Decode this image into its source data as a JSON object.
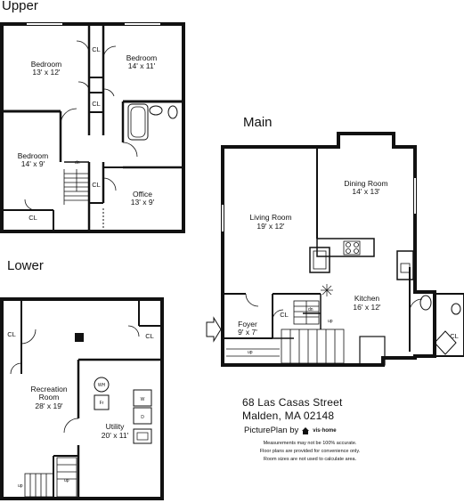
{
  "floors": {
    "upper": "Upper",
    "main": "Main",
    "lower": "Lower"
  },
  "rooms": {
    "upper_bedroom_1": {
      "name": "Bedroom",
      "size": "13' x 12'"
    },
    "upper_bedroom_2": {
      "name": "Bedroom",
      "size": "14' x 11'"
    },
    "upper_bedroom_3": {
      "name": "Bedroom",
      "size": "14' x 9'"
    },
    "upper_office": {
      "name": "Office",
      "size": "13' x 9'"
    },
    "main_dining": {
      "name": "Dining Room",
      "size": "14' x 13'"
    },
    "main_living": {
      "name": "Living Room",
      "size": "19' x 12'"
    },
    "main_kitchen": {
      "name": "Kitchen",
      "size": "16' x 12'"
    },
    "main_foyer": {
      "name": "Foyer",
      "size": "9' x 7'"
    },
    "lower_recreation": {
      "name_1": "Recreation",
      "name_2": "Room",
      "size": "28' x 19'"
    },
    "lower_utility": {
      "name": "Utility",
      "size": "20' x 11'"
    }
  },
  "labels": {
    "closet": "CL",
    "down": "dn",
    "up": "up",
    "water_heater": "WH",
    "furnace": "Fr",
    "washer": "W",
    "dryer": "D"
  },
  "address": {
    "street": "68 Las Casas Street",
    "city": "Malden, MA 02148"
  },
  "credit": {
    "text": "PicturePlan by",
    "brand": "vis·home"
  },
  "disclaimer": [
    "Measurements may not be 100% accurate.",
    "Floor plans are provided for convenience only.",
    "Room sizes are not used to calculate area."
  ]
}
